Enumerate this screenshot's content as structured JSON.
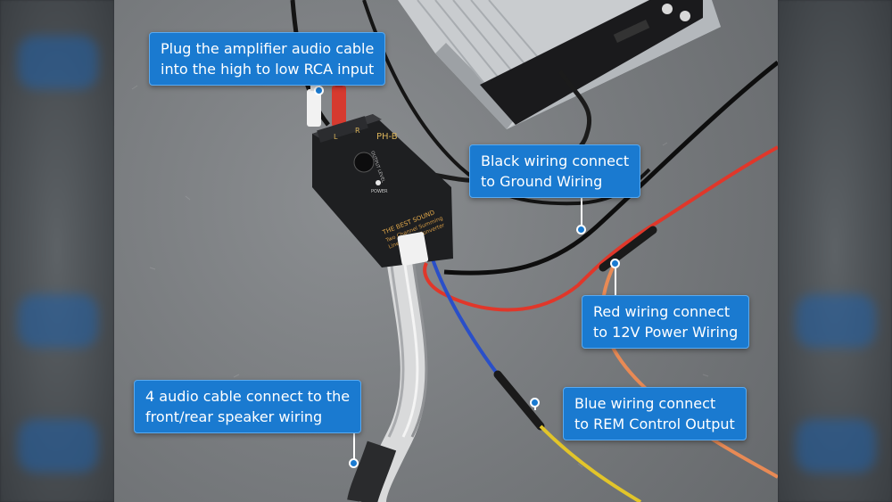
{
  "colors": {
    "callout_bg": "#1a7ad0",
    "callout_border": "#5aaaf0",
    "wire_red": "#e0372a",
    "wire_black": "#111111",
    "wire_blue": "#2a4fc8",
    "wire_yellow": "#e2c52a",
    "wire_orange": "#e88a55"
  },
  "device": {
    "brand": "PH-B",
    "label_l": "L",
    "label_r": "R",
    "knob_label": "OUTPUT LEVEL",
    "led_label": "POWER",
    "title": "THE BEST SOUND",
    "subtitle_1": "Two Channel Summing",
    "subtitle_2": "Line Output Converter"
  },
  "callouts": {
    "rca": {
      "line1": "Plug the amplifier audio cable",
      "line2": "into the high to low RCA input"
    },
    "black": {
      "line1": "Black wiring connect",
      "line2": "to Ground Wiring"
    },
    "red": {
      "line1": "Red wiring connect",
      "line2": "to 12V Power Wiring"
    },
    "audio": {
      "line1": "4 audio cable connect to the",
      "line2": "front/rear speaker wiring"
    },
    "blue": {
      "line1": "Blue wiring connect",
      "line2": "to REM Control Output"
    }
  }
}
